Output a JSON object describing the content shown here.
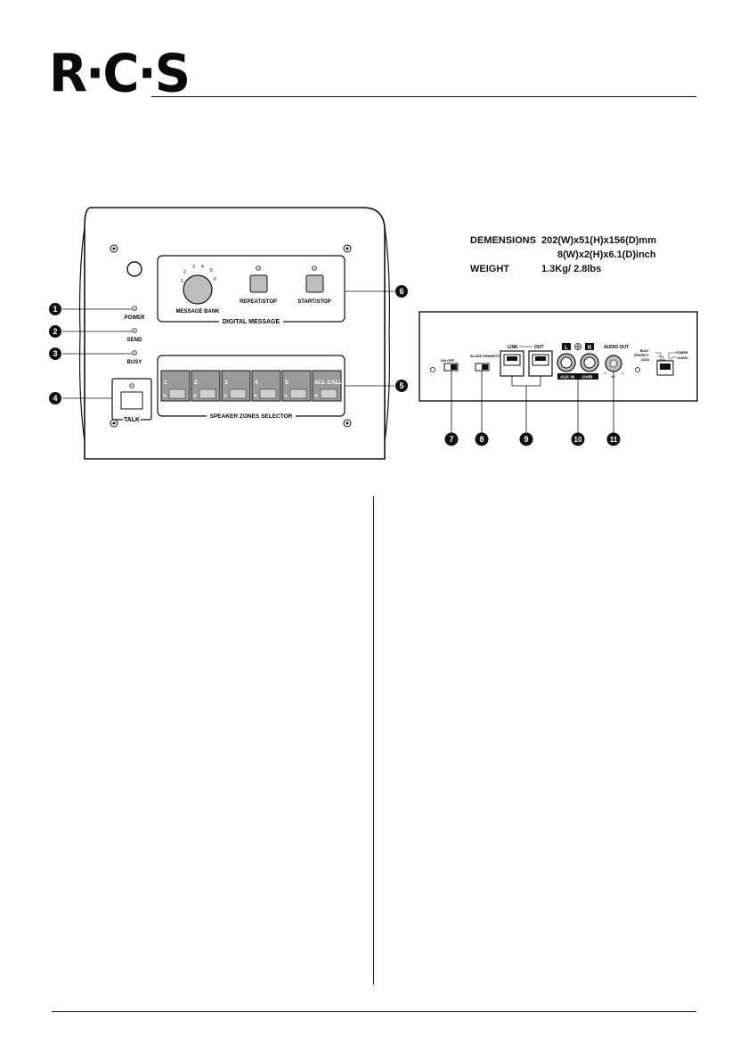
{
  "brand": {
    "logo_text": "R·C·S"
  },
  "front_panel": {
    "labels": {
      "message_bank": "MESSAGE BANK",
      "repeat_stop": "REPEAT/STOP",
      "start_stop": "START/STOP",
      "digital_message": "DIGITAL MESSAGE",
      "power": "POWER",
      "send": "SEND",
      "busy": "BUSY",
      "talk": "TALK",
      "speaker_zones_selector": "SPEAKER ZONES SELECTOR"
    },
    "dial_ticks": [
      "1",
      "2",
      "3",
      "4",
      "5",
      "6"
    ],
    "zone_buttons": [
      "1",
      "2",
      "3",
      "4",
      "5",
      "ALL CALL"
    ]
  },
  "specs": {
    "dimensions_label": "DEMENSIONS",
    "dimensions_mm": "202(W)x51(H)x156(D)mm",
    "dimensions_inch": "8(W)x2(H)x6.1(D)inch",
    "weight_label": "WEIGHT",
    "weight_value": "1.3Kg/ 2.8lbs"
  },
  "rear_panel": {
    "labels": {
      "on_off": "ON OFF",
      "slave_priority": "SLAVE PRIORITY",
      "link": "LINK",
      "out": "OUT",
      "aux_in": "AUX IN",
      "aux_level": "-10dB",
      "audio_out": "AUDIO OUT",
      "knob_min": "-∞",
      "knob_max": "0",
      "knob_mid": "dB",
      "rj_busy": "BUSY",
      "rj_priority": "PRIORITY",
      "rj_data": "DATA",
      "rj_power": "POWER",
      "rj_audio": "AUDIO"
    },
    "jack_badges": [
      "L",
      "R"
    ]
  },
  "callouts": [
    "1",
    "2",
    "3",
    "4",
    "5",
    "6",
    "7",
    "8",
    "9",
    "10",
    "11"
  ]
}
